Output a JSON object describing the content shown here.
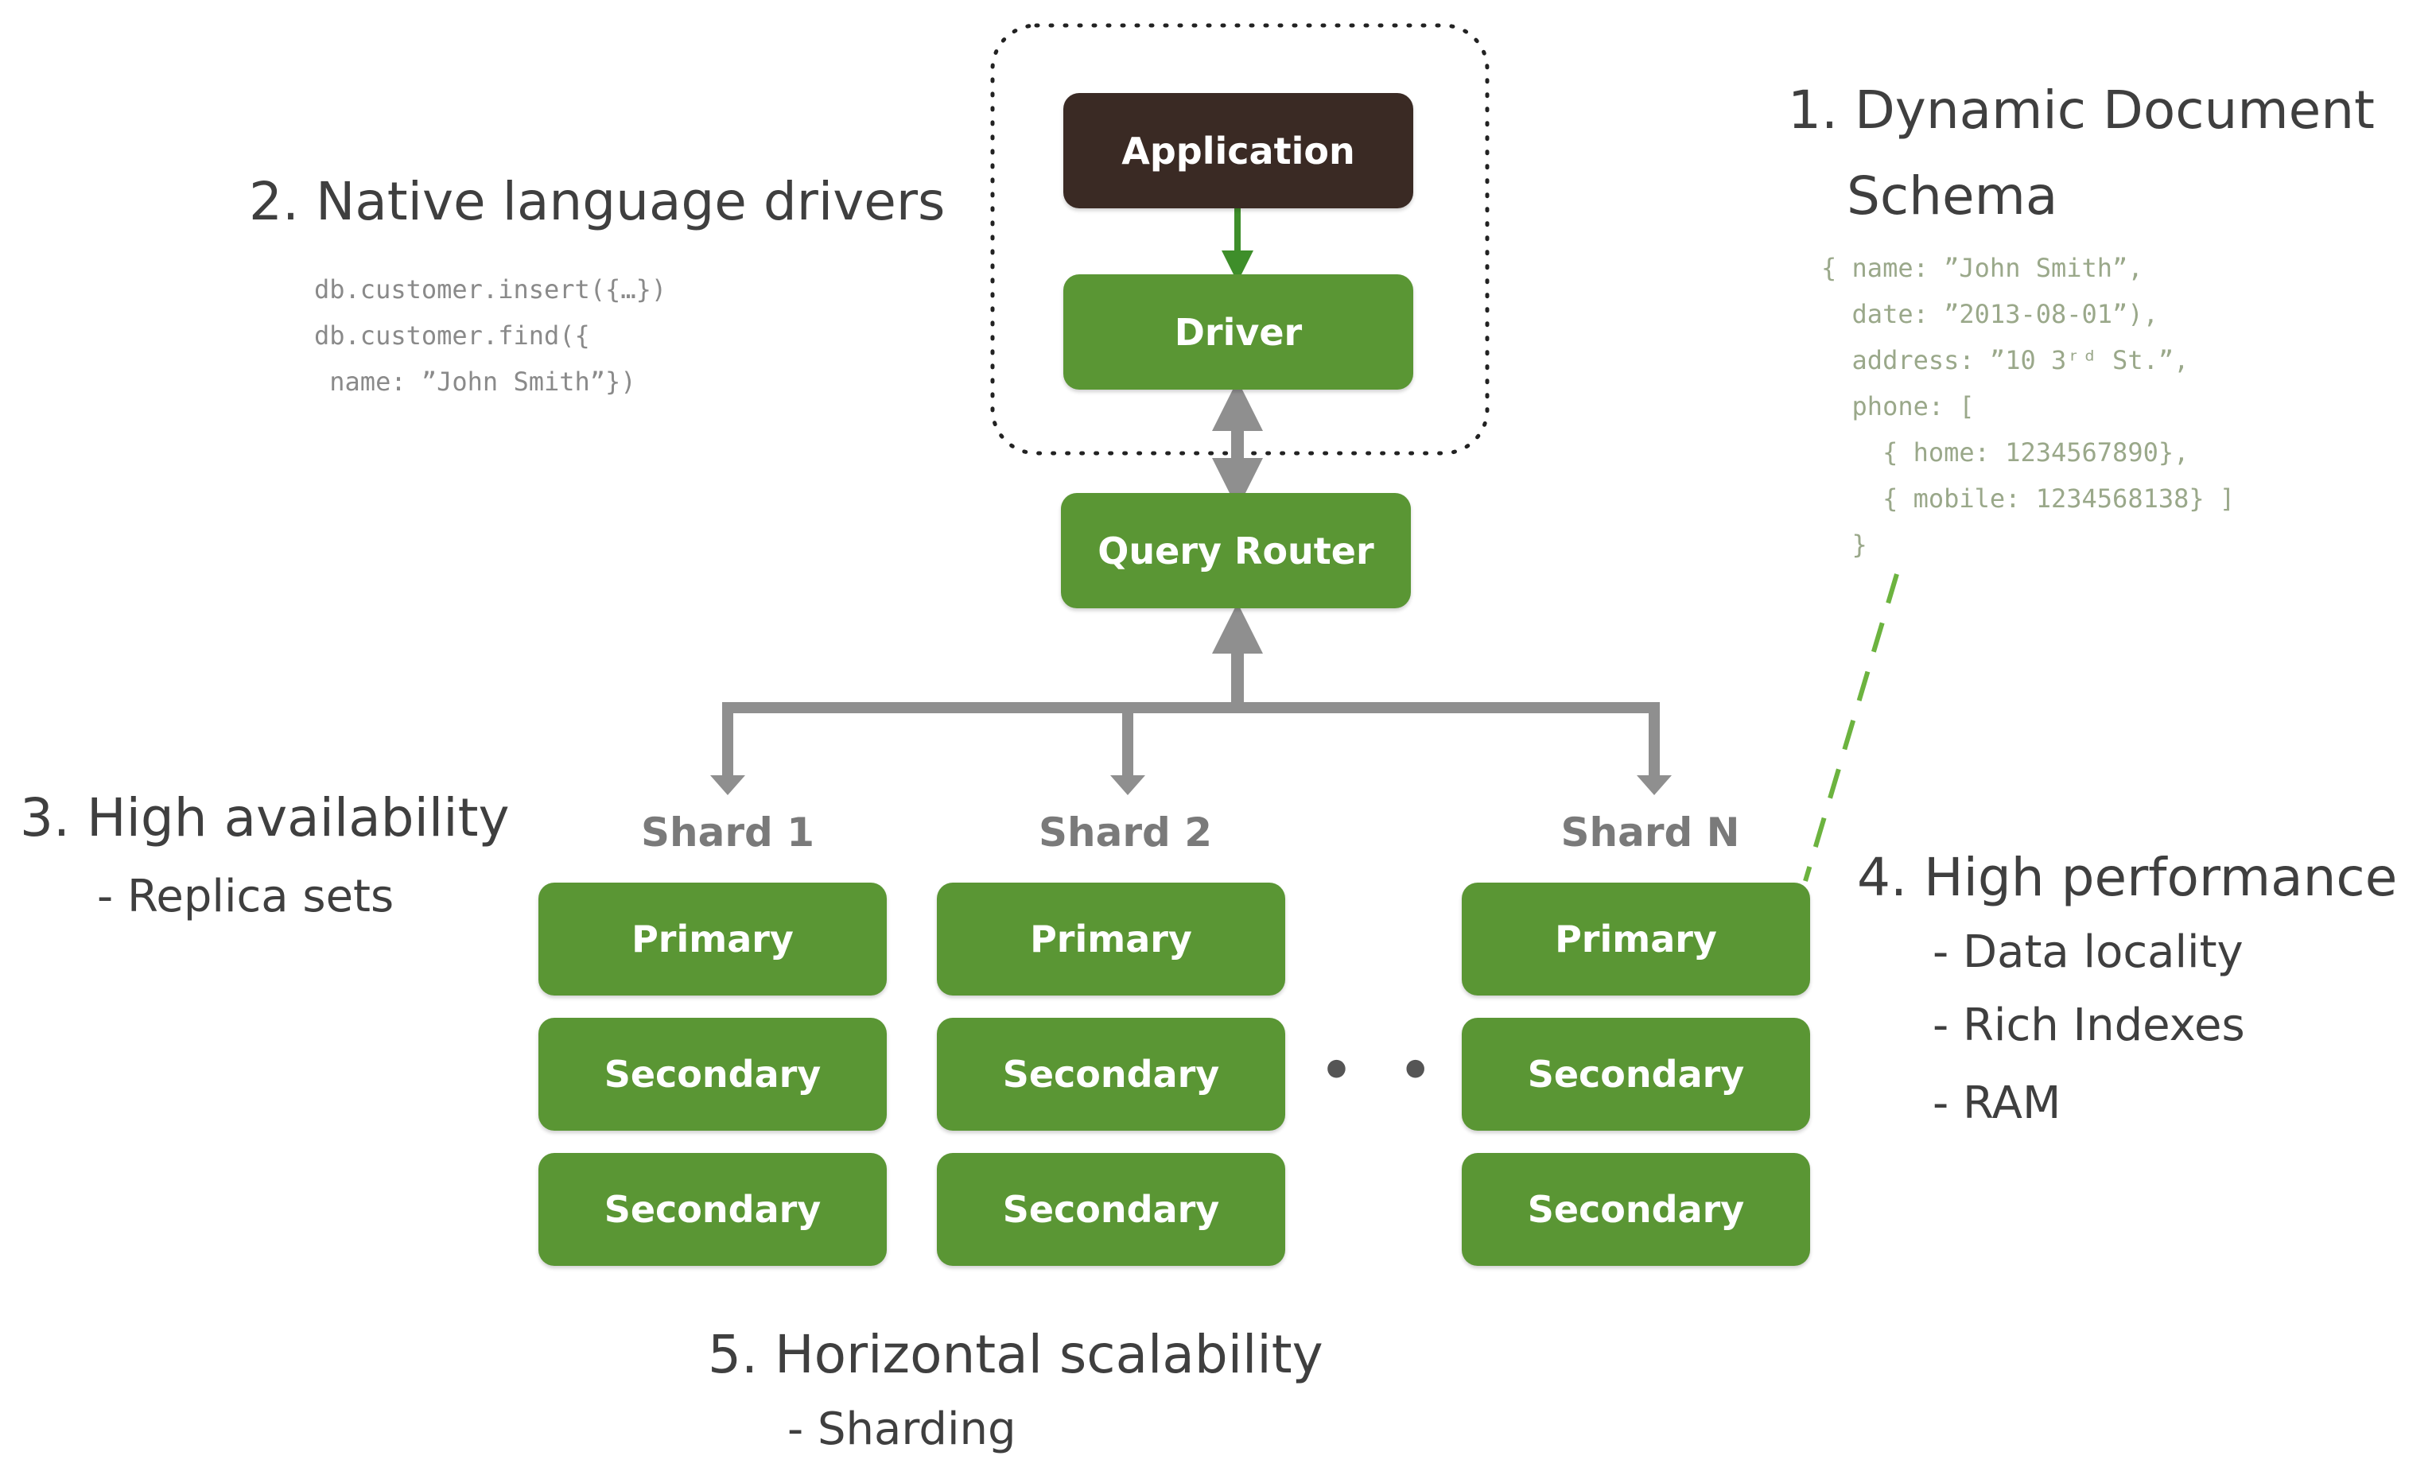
{
  "features": {
    "f1_line1": "1. Dynamic Document",
    "f1_line2": "Schema",
    "f2": "2. Native language drivers",
    "f3": "3. High availability",
    "f3_sub": "- Replica sets",
    "f4": "4. High performance",
    "f4_sub1": "- Data locality",
    "f4_sub2": "- Rich Indexes",
    "f4_sub3": "- RAM",
    "f5": "5. Horizontal scalability",
    "f5_sub": "- Sharding"
  },
  "code": {
    "driver_snippet": "db.customer.insert({…})\ndb.customer.find({\n name: ”John Smith”})",
    "document_snippet": "{ name: ”John Smith”,\n  date: ”2013-08-01”),\n  address: ”10 3ʳᵈ St.”,\n  phone: [\n    { home: 1234567890},\n    { mobile: 1234568138} ]\n  }"
  },
  "boxes": {
    "application": "Application",
    "driver": "Driver",
    "query_router": "Query Router"
  },
  "shards": [
    {
      "label": "Shard 1",
      "nodes": [
        "Primary",
        "Secondary",
        "Secondary"
      ]
    },
    {
      "label": "Shard 2",
      "nodes": [
        "Primary",
        "Secondary",
        "Secondary"
      ]
    },
    {
      "label": "Shard N",
      "nodes": [
        "Primary",
        "Secondary",
        "Secondary"
      ]
    }
  ],
  "ellipsis": "• • •",
  "colors": {
    "green": "#5a9634",
    "dark_box": "#3a2a24",
    "connector_gray": "#8f8f8f",
    "dashed_green": "#6cb33f"
  }
}
